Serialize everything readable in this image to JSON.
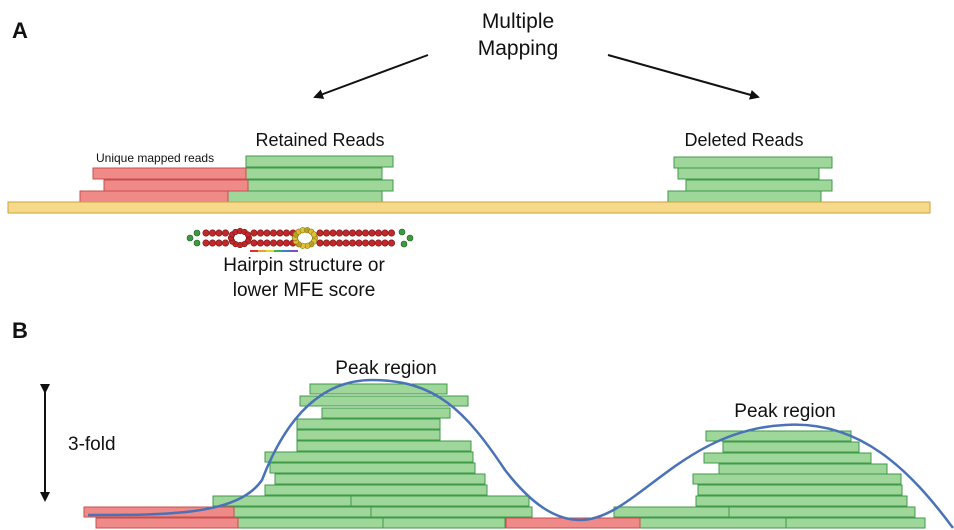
{
  "panels": [
    {
      "id": "A",
      "label": "A"
    },
    {
      "id": "B",
      "label": "B"
    }
  ],
  "panel_a": {
    "top_label": [
      "Multiple",
      "Mapping"
    ],
    "retained_label": "Retained Reads",
    "deleted_label": "Deleted Reads",
    "unique_label": "Unique mapped reads",
    "hairpin_label": [
      "Hairpin structure or",
      "lower MFE score"
    ]
  },
  "panel_b": {
    "fold_label": "3-fold",
    "peak1_label": "Peak region",
    "peak2_label": "Peak region"
  },
  "colors": {
    "retained_read": "#9fd69a",
    "unique_read": "#f08a88",
    "genome": "#f7d98b",
    "curve": "#4a72b8"
  }
}
